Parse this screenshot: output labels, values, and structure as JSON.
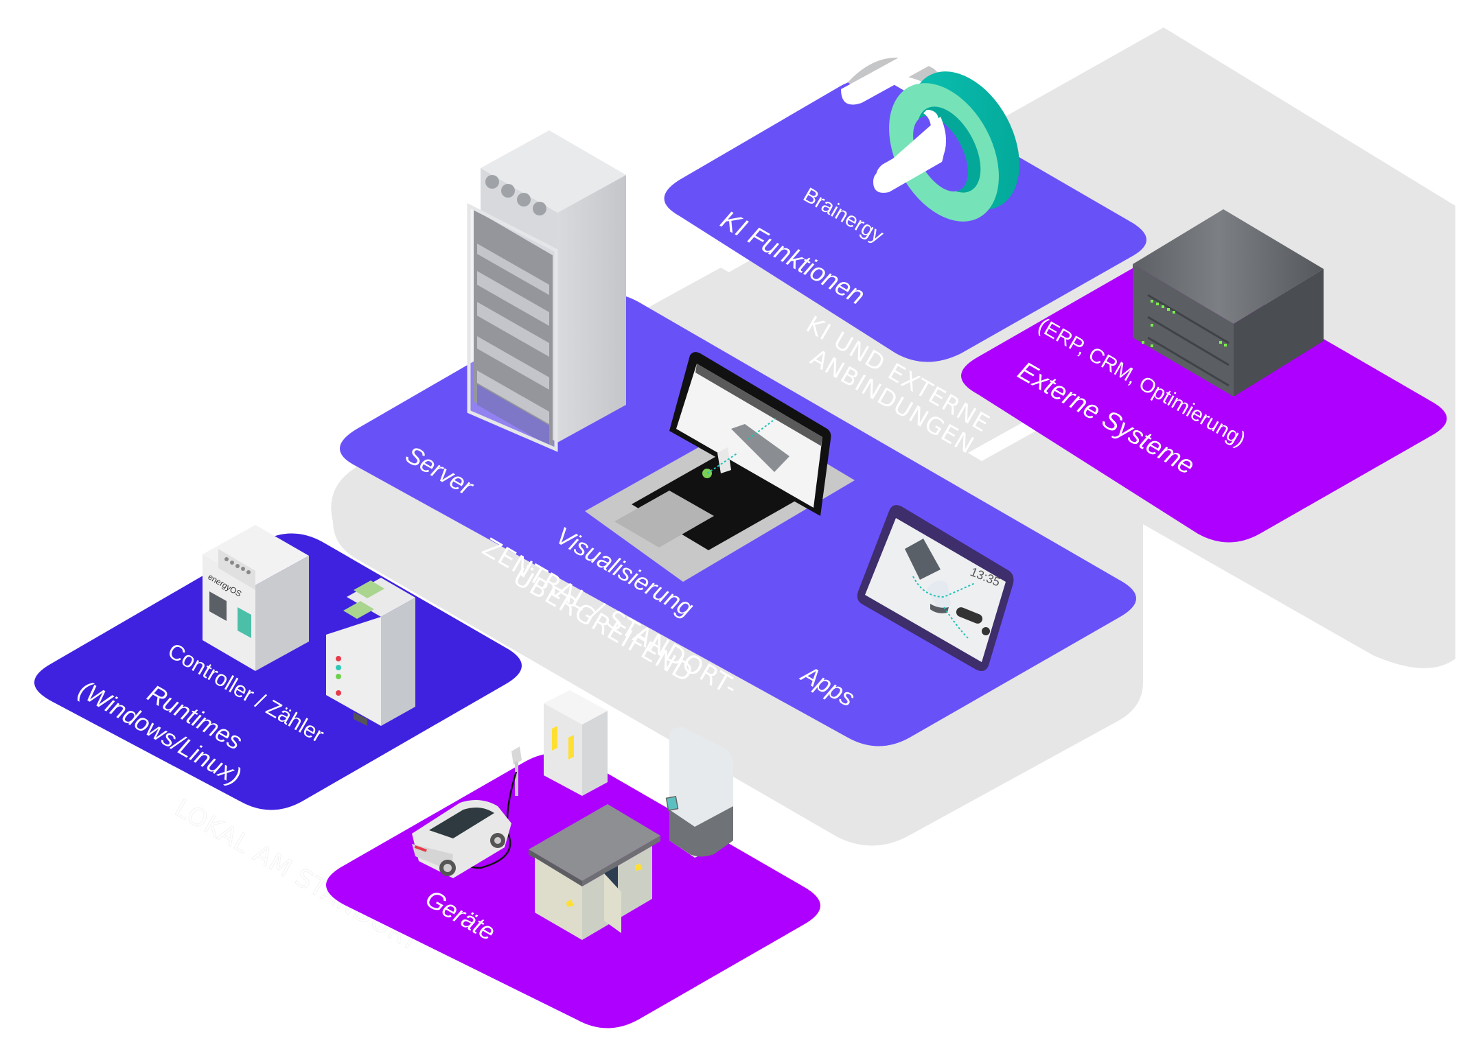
{
  "colors": {
    "platform_central": "#6951F8",
    "platform_ai": "#6951F8",
    "platform_external": "#AD00FF",
    "platform_controller": "#3F22E0",
    "platform_devices": "#AD00FF",
    "zone_band": "#E6E6E6",
    "accent_green": "#76E2B8",
    "accent_teal": "#08B3A6"
  },
  "zones": {
    "central": [
      "ZENTRAL / STANDORT-",
      "ÜBERGREIFEND"
    ],
    "external": [
      "KI UND EXTERNE",
      "ANBINDUNGEN"
    ],
    "local": "LOKAL AM STANDORT"
  },
  "platforms": {
    "ai": {
      "title": "KI Funktionen",
      "subtitle": "Brainergy"
    },
    "external": {
      "title": "Externe Systeme",
      "subtitle": "(ERP, CRM, Optimierung)"
    },
    "central": {
      "server": "Server",
      "visualization": "Visualisierung",
      "apps": "Apps"
    },
    "controller": {
      "title": "Runtimes",
      "title2": "(Windows/Linux)",
      "subtitle": "Controller / Zähler",
      "device_brand": "energyOS"
    },
    "devices": {
      "title": "Geräte"
    }
  },
  "tablet": {
    "clock": "13:35"
  }
}
